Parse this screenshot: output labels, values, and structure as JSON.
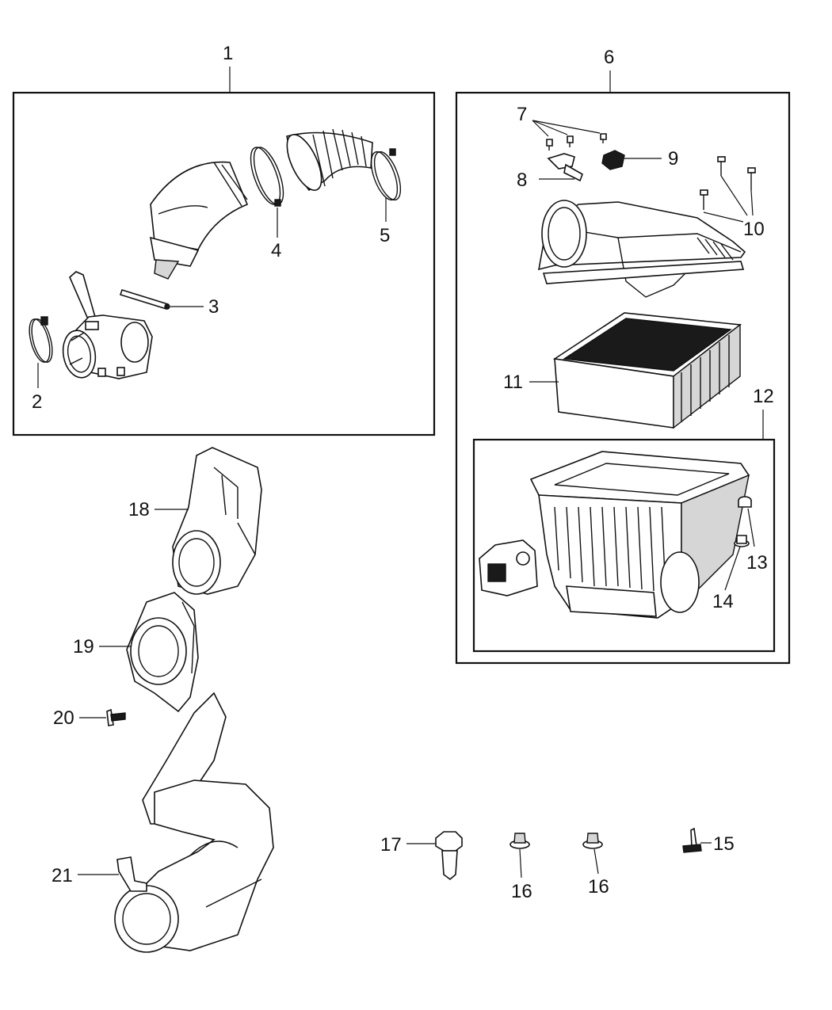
{
  "callouts": {
    "c1": "1",
    "c2": "2",
    "c3": "3",
    "c4": "4",
    "c5": "5",
    "c6": "6",
    "c7": "7",
    "c8": "8",
    "c9": "9",
    "c10": "10",
    "c11": "11",
    "c12": "12",
    "c13": "13",
    "c14": "14",
    "c15": "15",
    "c16a": "16",
    "c16b": "16",
    "c17": "17",
    "c18": "18",
    "c19": "19",
    "c20": "20",
    "c21": "21"
  },
  "colors": {
    "ink": "#111111",
    "paper": "#ffffff",
    "shade": "#d6d6d6"
  }
}
